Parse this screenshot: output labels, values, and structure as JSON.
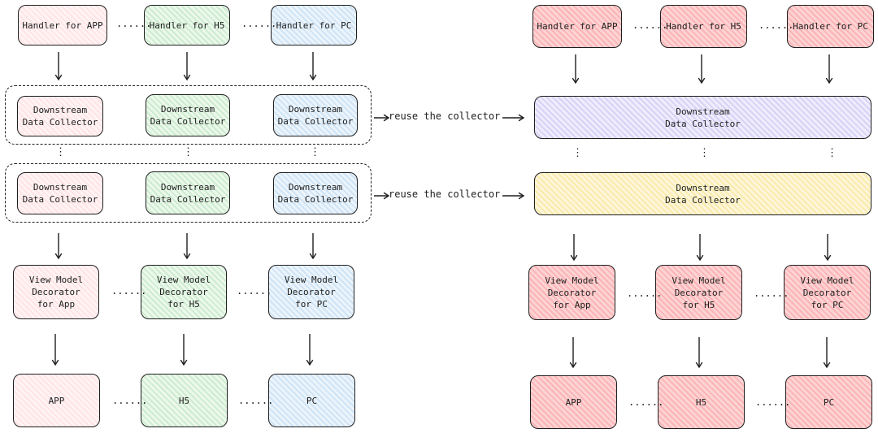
{
  "left": {
    "handlers": [
      {
        "label": "Handler for APP",
        "color": "pink"
      },
      {
        "label": "Handler for H5",
        "color": "green"
      },
      {
        "label": "Handler for PC",
        "color": "blue"
      }
    ],
    "collectors_1": [
      {
        "label": "Downstream\nData Collector",
        "color": "pink"
      },
      {
        "label": "Downstream\nData Collector",
        "color": "green"
      },
      {
        "label": "Downstream\nData Collector",
        "color": "blue"
      }
    ],
    "collectors_2": [
      {
        "label": "Downstream\nData Collector",
        "color": "pink"
      },
      {
        "label": "Downstream\nData Collector",
        "color": "green"
      },
      {
        "label": "Downstream\nData Collector",
        "color": "blue"
      }
    ],
    "decorators": [
      {
        "label": "View Model\nDecorator\nfor App",
        "color": "pink"
      },
      {
        "label": "View Model\nDecorator\nfor H5",
        "color": "green"
      },
      {
        "label": "View Model\nDecorator\nfor PC",
        "color": "blue"
      }
    ],
    "outputs": [
      {
        "label": "APP",
        "color": "pink"
      },
      {
        "label": "H5",
        "color": "green"
      },
      {
        "label": "PC",
        "color": "blue"
      }
    ]
  },
  "right": {
    "handlers": [
      {
        "label": "Handler for APP",
        "color": "red"
      },
      {
        "label": "Handler for H5",
        "color": "red"
      },
      {
        "label": "Handler for PC",
        "color": "red"
      }
    ],
    "collector_1": {
      "label": "Downstream\nData Collector",
      "color": "purple"
    },
    "collector_2": {
      "label": "Downstream\nData Collector",
      "color": "yellow"
    },
    "decorators": [
      {
        "label": "View Model\nDecorator\nfor App",
        "color": "red"
      },
      {
        "label": "View Model\nDecorator\nfor H5",
        "color": "red"
      },
      {
        "label": "View Model\nDecorator\nfor PC",
        "color": "red"
      }
    ],
    "outputs": [
      {
        "label": "APP",
        "color": "red"
      },
      {
        "label": "H5",
        "color": "red"
      },
      {
        "label": "PC",
        "color": "red"
      }
    ]
  },
  "reuse_labels": [
    "reuse the collector",
    "reuse the collector"
  ],
  "ellipsis": "......",
  "vertical_ellipsis": "⋮",
  "colors": {
    "pink": "#ffe4e6",
    "green": "#cdeccf",
    "blue": "#cfe4f6",
    "red": "#fbb4b6",
    "purple": "#d7d2f7",
    "yellow": "#faeaae",
    "stroke": "#1e1e1e"
  }
}
